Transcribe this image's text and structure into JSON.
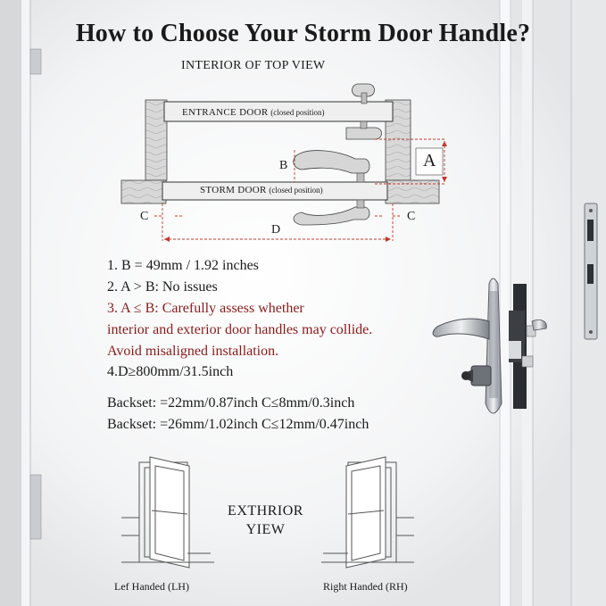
{
  "title": "How to Choose Your Storm Door Handle?",
  "diagram": {
    "subtitle": "INTERIOR OF TOP VIEW",
    "entrance_door": "ENTRANCE DOOR",
    "entrance_state": "(closed position)",
    "storm_door": "STORM DOOR",
    "storm_state": "(closed position)",
    "label_a": "A",
    "label_b": "B",
    "label_c_left": "C",
    "label_c_right": "C",
    "label_d": "D"
  },
  "notes": {
    "n1": "1. B = 49mm / 1.92 inches",
    "n2": "2. A > B: No issues",
    "n3a": "3. A ≤ B: Carefully assess whether",
    "n3b": "interior and exterior door handles may collide.",
    "n3c": "Avoid misaligned installation.",
    "n4": "4.D≥800mm/31.5inch",
    "backset1": "Backset: =22mm/0.87inch C≤8mm/0.3inch",
    "backset2": "Backset:  =26mm/1.02inch C≤12mm/0.47inch"
  },
  "view": {
    "line1": "EXTHRIOR",
    "line2": "YIEW",
    "left_caption": "Lef Handed (LH)",
    "right_caption": "Right Handed (RH)"
  },
  "colors": {
    "accent_red": "#8b1a1a",
    "text": "#1a1a1a",
    "dim_line": "#c0392b"
  }
}
